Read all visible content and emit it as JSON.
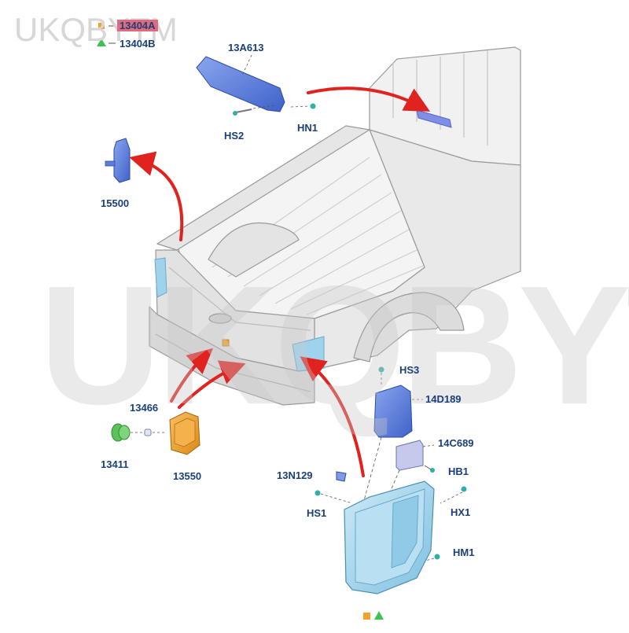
{
  "watermark": {
    "corner_text": "UKQBYTM",
    "center_text": "UKQBYTM"
  },
  "legend": {
    "a": {
      "code": "13404A",
      "marker": "square",
      "color": "#f2a22c",
      "highlight": "#e26a7e"
    },
    "b": {
      "code": "13404B",
      "marker": "triangle",
      "color": "#3cc152"
    }
  },
  "parts": {
    "p13A613": "13A613",
    "hs2": "HS2",
    "hn1": "HN1",
    "p15500": "15500",
    "p13466": "13466",
    "p13411": "13411",
    "p13550": "13550",
    "hs3": "HS3",
    "p14D189": "14D189",
    "p14C689": "14C689",
    "hb1": "HB1",
    "p13N129": "13N129",
    "hs1": "HS1",
    "hx1": "HX1",
    "hm1": "HM1"
  },
  "colors": {
    "label_text": "#1a3f7a",
    "arrow": "#e0231f",
    "truck_fill": "#eeeeee",
    "truck_stroke": "#9a9a9a",
    "lamp_blue": "#5b80d8",
    "lamp_orange": "#f2a22c",
    "lamp_green": "#5cc25a",
    "lens_cyan": "#9fd3ec"
  }
}
